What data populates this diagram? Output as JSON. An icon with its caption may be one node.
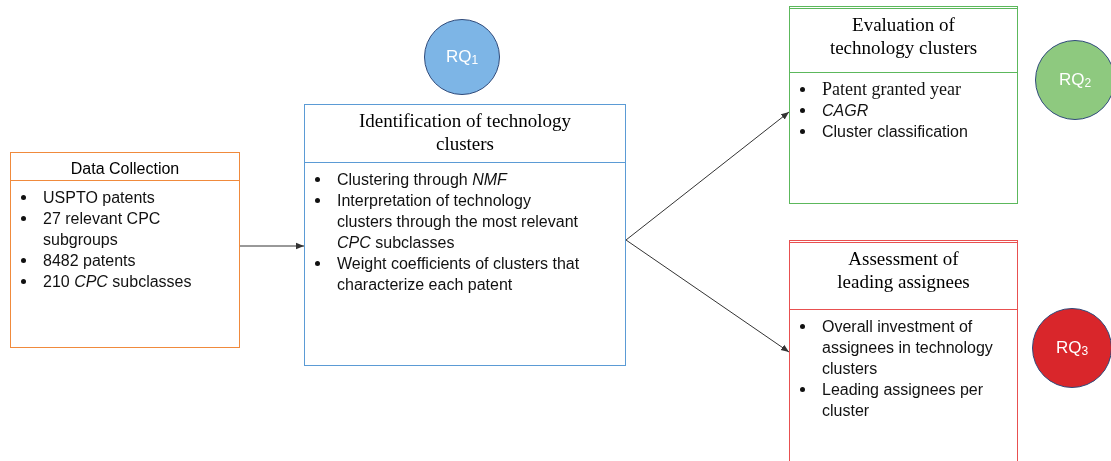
{
  "diagram": {
    "nodes": [
      {
        "text": [
          "Data Collection",
          "USPTO patents",
          "27 relevant CPC subgroups",
          "8482 patents",
          "210 *CPC* subclasses"
        ]
      },
      {
        "text": [
          "RQ$_{1}$"
        ]
      },
      {
        "text": [
          "Identification of technology clusters",
          "Clustering through *NMF*",
          "Interpretation of technology clusters through the most relevant *CPC* subclasses",
          "Weight coefficients of clusters that characterize each patent"
        ]
      },
      {
        "text": [
          "Evaluation of technology clusters",
          "Patent granted year",
          "*CAGR*",
          "Cluster classification"
        ]
      },
      {
        "text": [
          "RQ$_{2}$"
        ]
      },
      {
        "text": [
          "Assessment of leading assignees",
          "Overall investment of assignees in technology clusters",
          "Leading assignees per cluster"
        ]
      },
      {
        "text": [
          "RQ$_{3}$"
        ]
      }
    ],
    "edges": [
      {
        "from": 0,
        "to": 2,
        "arrow": "to"
      },
      {
        "from": 2,
        "to": 3,
        "arrow": "to"
      },
      {
        "from": 2,
        "to": 5,
        "arrow": "to"
      }
    ]
  }
}
